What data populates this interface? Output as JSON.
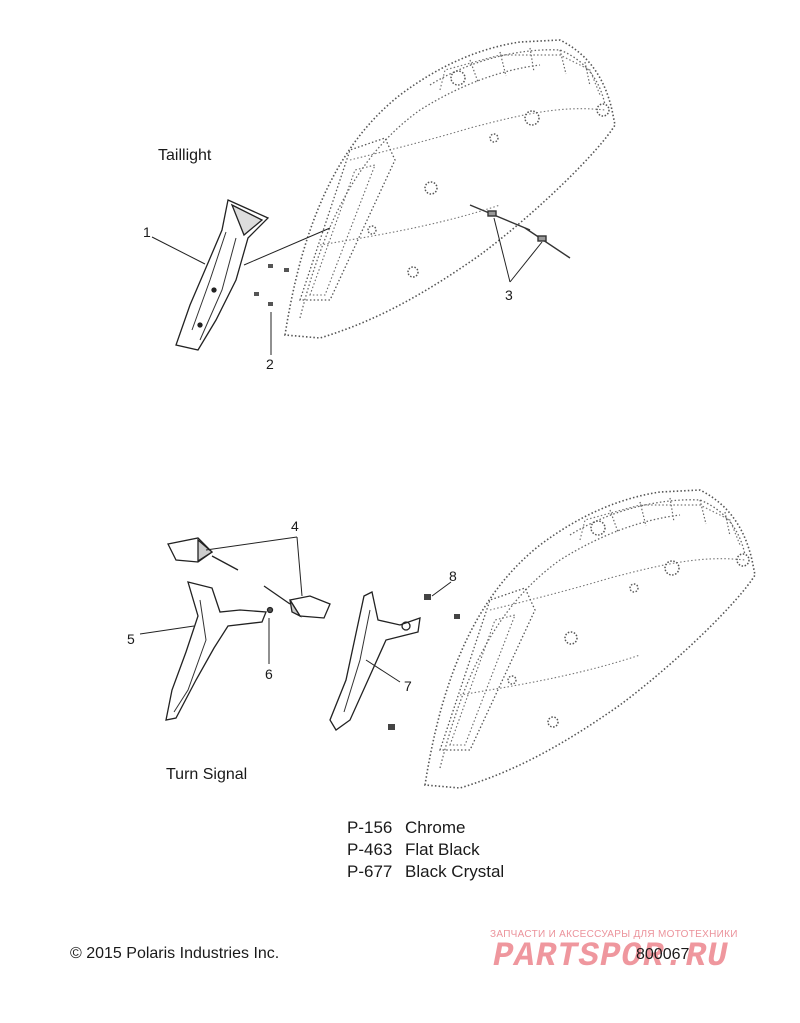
{
  "sections": {
    "taillight": "Taillight",
    "turn_signal": "Turn Signal"
  },
  "callouts": [
    "1",
    "2",
    "3",
    "4",
    "5",
    "6",
    "7",
    "8"
  ],
  "paint_codes": [
    {
      "code": "P-156",
      "finish": "Chrome"
    },
    {
      "code": "P-463",
      "finish": "Flat Black"
    },
    {
      "code": "P-677",
      "finish": "Black Crystal"
    }
  ],
  "footer": {
    "copyright": "© 2015 Polaris Industries Inc.",
    "part_number": "800067"
  },
  "watermark": {
    "tagline": "ЗАПЧАСТИ И АКСЕССУАРЫ ДЛЯ МОТОТЕХНИКИ",
    "brand": "PARTSPOR.RU"
  }
}
